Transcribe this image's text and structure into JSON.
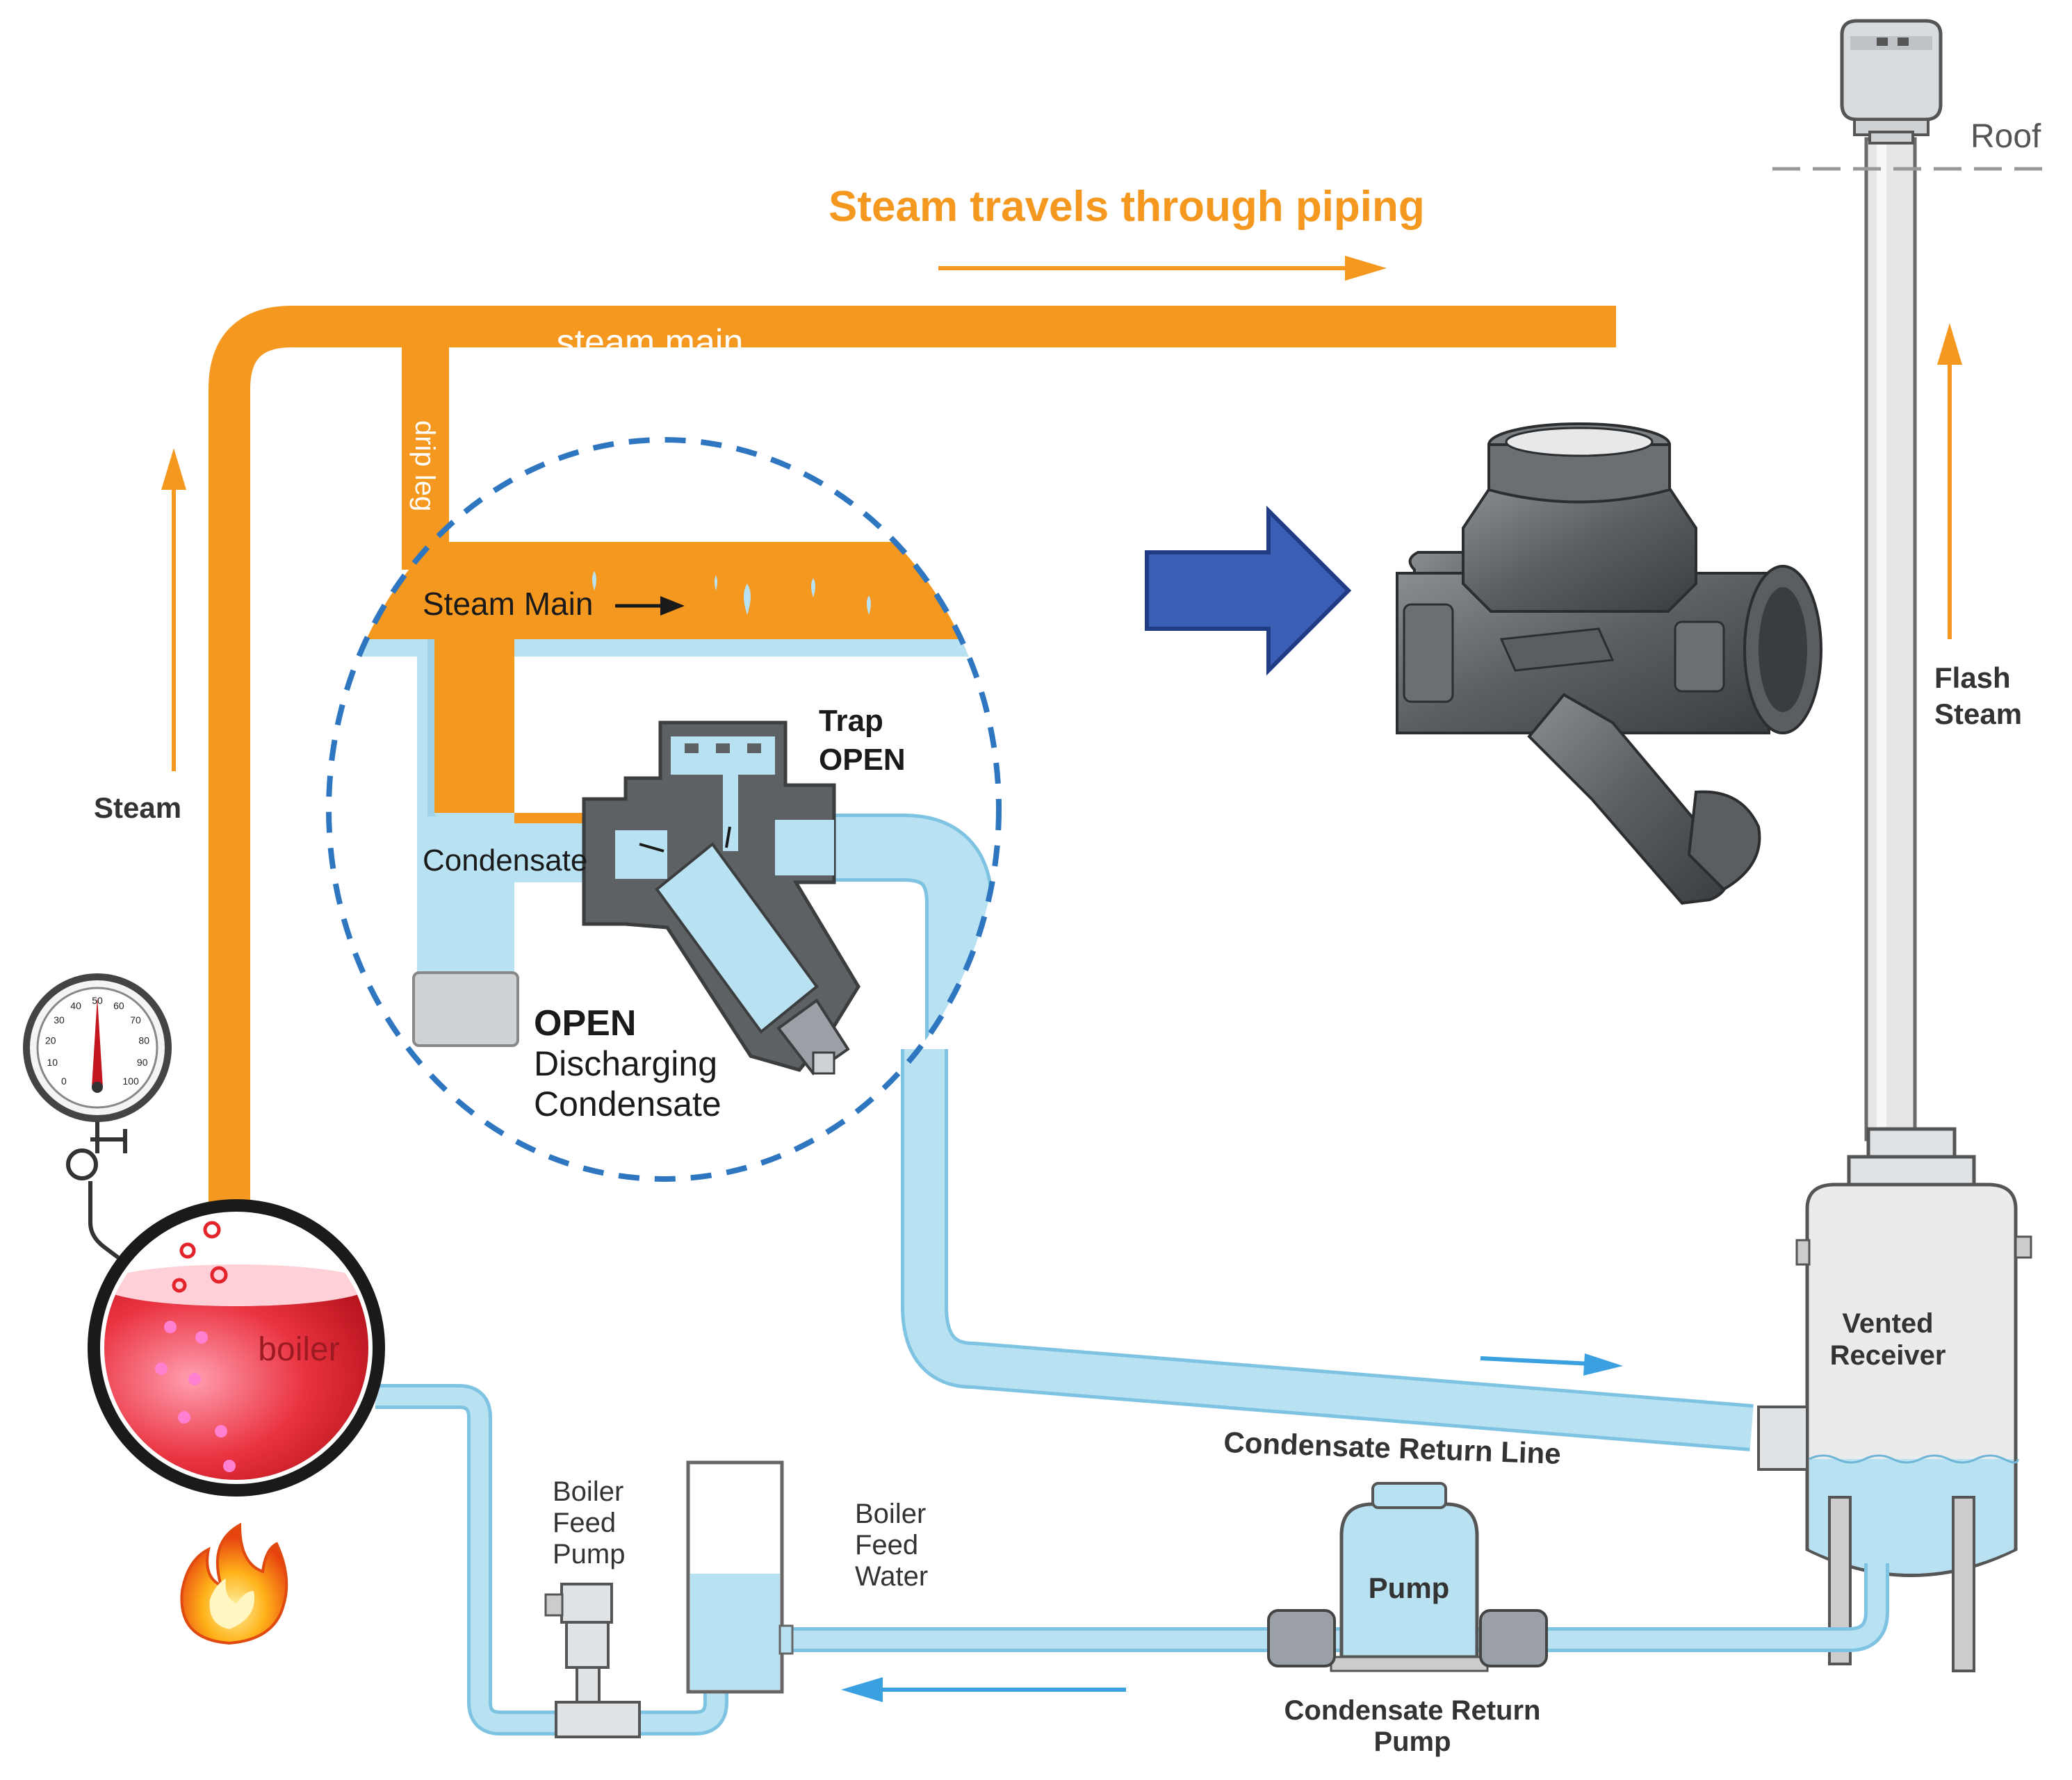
{
  "colors": {
    "steam": "#F5981F",
    "condensate": "#B8E2F2",
    "condensate_stroke": "#7FC3E3",
    "arrow_blue": "#3B5FB5",
    "boiler_red": "#E3242B",
    "trap_grey": "#5E6163",
    "dash_blue": "#2E76C0",
    "text_dark": "#1a1a1a"
  },
  "labels": {
    "steam_travels": "Steam travels through piping",
    "steam_main_pipe": "steam main",
    "drip_leg": "drip leg",
    "steam": "Steam",
    "boiler": "boiler",
    "roof": "Roof",
    "flash_steam_1": "Flash",
    "flash_steam_2": "Steam",
    "vented_receiver_1": "Vented",
    "vented_receiver_2": "Receiver",
    "condensate_return_line": "Condensate Return Line",
    "pump": "Pump",
    "condensate_return_pump_1": "Condensate Return",
    "condensate_return_pump_2": "Pump",
    "boiler_feed_pump_1": "Boiler",
    "boiler_feed_pump_2": "Feed",
    "boiler_feed_pump_3": "Pump",
    "boiler_feed_water_1": "Boiler",
    "boiler_feed_water_2": "Feed",
    "boiler_feed_water_3": "Water"
  },
  "detail": {
    "steam_main": "Steam Main",
    "trap_open_1": "Trap",
    "trap_open_2": "OPEN",
    "condensate": "Condensate",
    "open_1": "OPEN",
    "open_2": "Discharging",
    "open_3": "Condensate"
  },
  "gauge": {
    "ticks": [
      "0",
      "10",
      "20",
      "30",
      "40",
      "50",
      "60",
      "70",
      "80",
      "90",
      "100"
    ]
  },
  "icons": [
    "flame-icon",
    "pressure-gauge-icon",
    "big-right-arrow-icon",
    "thermodynamic-steam-trap-icon",
    "roof-vent-cap-icon"
  ]
}
